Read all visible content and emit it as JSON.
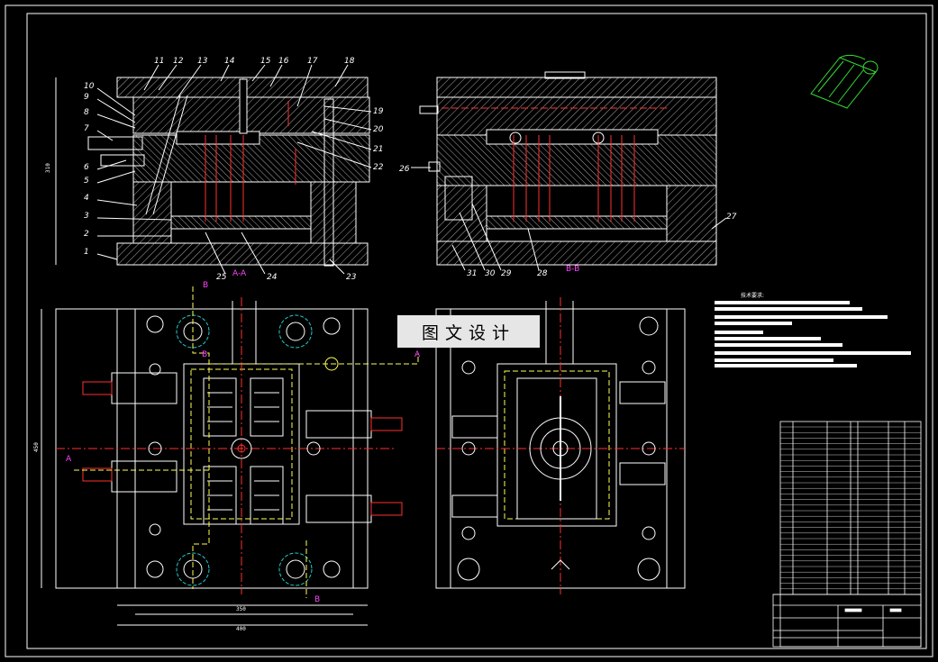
{
  "drawing": {
    "views": {
      "section_a": {
        "label": "A-A"
      },
      "section_b": {
        "label": "B-B"
      },
      "top_view_cut_labels": [
        "A",
        "A",
        "B",
        "B",
        "B"
      ]
    },
    "balloons": {
      "left": [
        "10",
        "9",
        "8",
        "7",
        "6",
        "5",
        "4",
        "3",
        "2",
        "1"
      ],
      "top": [
        "11",
        "12",
        "13",
        "14",
        "15",
        "16",
        "17",
        "18"
      ],
      "right": [
        "19",
        "20",
        "21",
        "22"
      ],
      "bottom": [
        "25",
        "24",
        "23"
      ],
      "section_b": [
        "26",
        "27",
        "31",
        "30",
        "29",
        "28"
      ]
    },
    "dimensions": {
      "height_side": "310",
      "height_plan": "450",
      "width_inner": "350",
      "width_outer": "400"
    },
    "tech_requirements": {
      "title": "技术要求:"
    },
    "watermark": "图文设计",
    "colors": {
      "background": "#000000",
      "outline": "#ffffff",
      "hatch": "#a8a8a8",
      "centerline": "#ff3030",
      "section_mark": "#ff44ff",
      "guide": "#ffff55",
      "spring": "#22cccc",
      "iso_part": "#33dd33"
    }
  }
}
